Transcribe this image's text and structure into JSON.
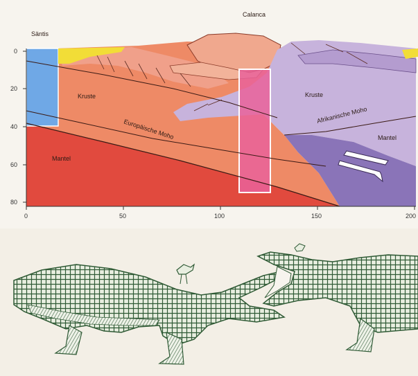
{
  "geology_section": {
    "labels": {
      "top_left_place": "Säntis",
      "top_right_place": "Calanca",
      "crust_left": "Kruste",
      "crust_right": "Kruste",
      "mantle_left": "Mantel",
      "mantle_right": "Mantel",
      "european_moho": "Europäische Moho",
      "african_moho": "Afrikanische Moho"
    },
    "axis": {
      "depth_ticks": [
        "0",
        "20",
        "40",
        "60",
        "80"
      ],
      "distance_ticks": [
        "0",
        "50",
        "100",
        "150",
        "200"
      ]
    },
    "colors": {
      "european_crust": "#ee8a66",
      "european_mantle": "#e14a3e",
      "african_crust": "#c7b3dc",
      "african_mantle": "#8a74b8",
      "blue_column": "#6fa8e6",
      "pink_column": "#e9629a",
      "sediment_yellow": "#f2dd37"
    }
  },
  "illustration": {
    "subject": "two crocodiles facing each other with a bird",
    "ink_color": "#2f5a35"
  }
}
